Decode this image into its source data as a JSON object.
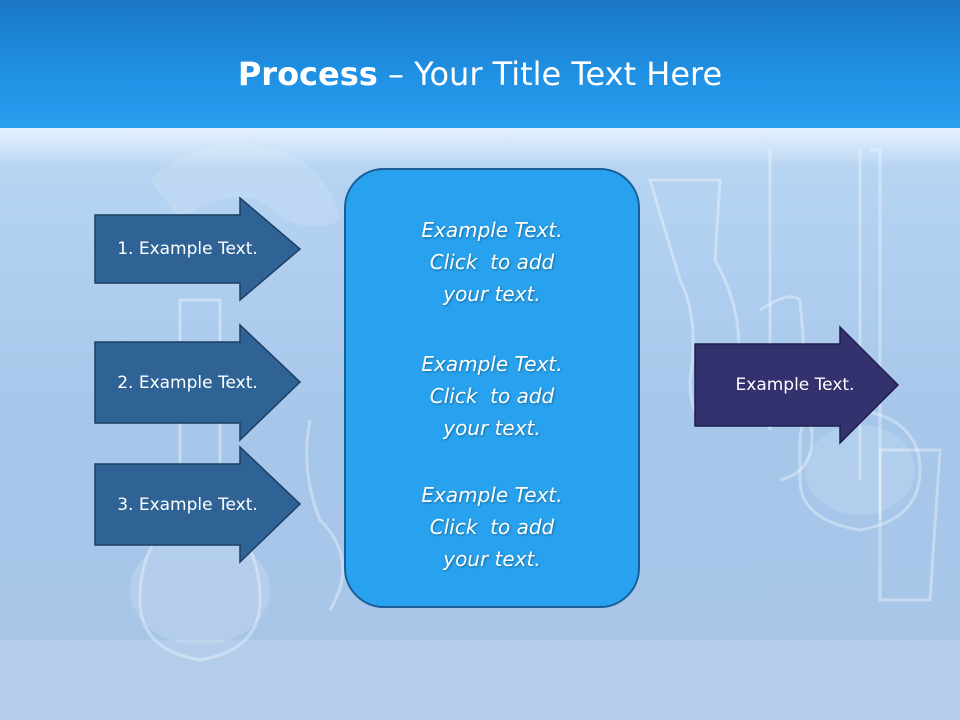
{
  "slide": {
    "title_bold": "Process",
    "title_rest": " – Your Title Text Here",
    "left_arrows": [
      {
        "label": "1. Example Text."
      },
      {
        "label": "2. Example Text."
      },
      {
        "label": "3. Example Text."
      }
    ],
    "center_box": {
      "blocks": [
        {
          "text": "Example Text.\nClick  to add\nyour text."
        },
        {
          "text": "Example Text.\nClick  to add\nyour text."
        },
        {
          "text": "Example Text.\nClick  to add\nyour text."
        }
      ]
    },
    "output_arrow": {
      "label": "Example Text."
    }
  },
  "colors": {
    "title_bar": "#1f8fe2",
    "left_arrow_fill": "#2f6395",
    "left_arrow_stroke": "#1d3f63",
    "center_box_fill": "#28a2ee",
    "center_box_border": "#1a5e96",
    "output_arrow_fill": "#33316e",
    "output_arrow_stroke": "#1f1d4a",
    "text": "#ffffff"
  }
}
